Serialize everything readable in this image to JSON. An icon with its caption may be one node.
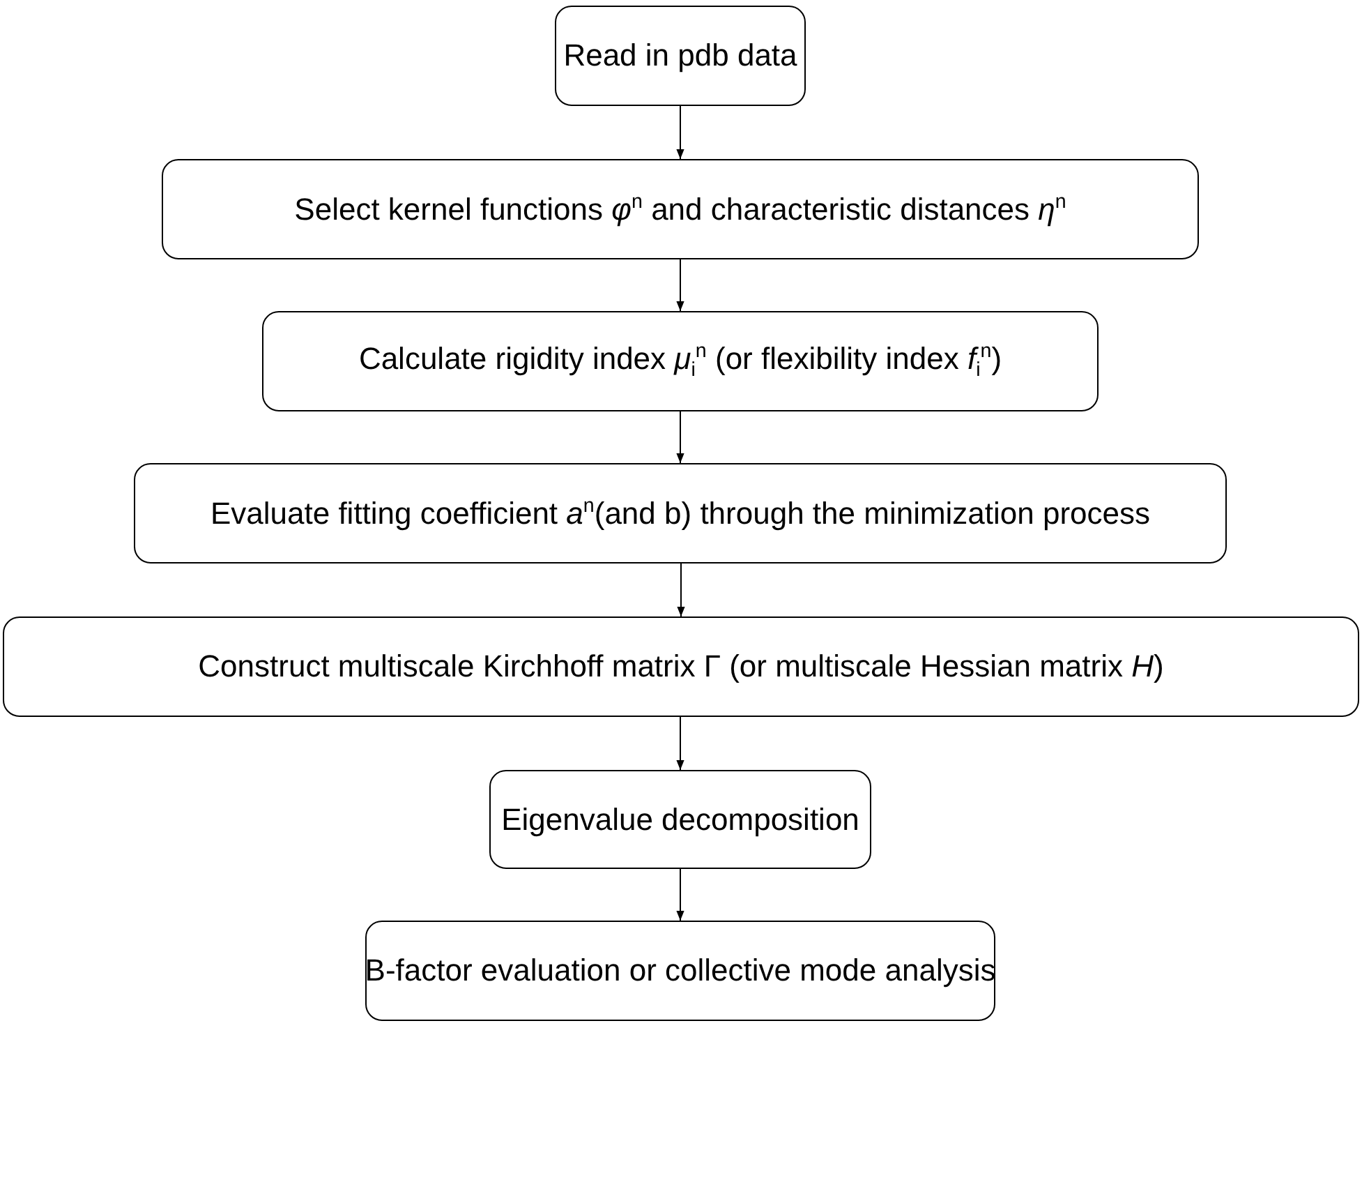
{
  "diagram": {
    "nodes": [
      {
        "text": [
          "Read in pdb data"
        ]
      },
      {
        "text": [
          "Select kernel functions *φ*$^{n}$ and characteristic distances *η*$^{n}$"
        ]
      },
      {
        "text": [
          "Calculate rigidity index *μ*$_{i}$$^{n}$ (or flexibility index *f*$_{i}$$^{n}$)"
        ]
      },
      {
        "text": [
          "Evaluate fitting coefficient *a*$^{n}$(and b) through the minimization process"
        ]
      },
      {
        "text": [
          "Construct multiscale Kirchhoff matrix Γ (or multiscale Hessian matrix *H*)"
        ]
      },
      {
        "text": [
          "Eigenvalue decomposition"
        ]
      },
      {
        "text": [
          "B-factor evaluation or collective mode analysis"
        ]
      }
    ],
    "edges": [
      {
        "from": 0,
        "to": 1,
        "arrow": "to"
      },
      {
        "from": 1,
        "to": 2,
        "arrow": "to"
      },
      {
        "from": 2,
        "to": 3,
        "arrow": "to"
      },
      {
        "from": 3,
        "to": 4,
        "arrow": "to"
      },
      {
        "from": 4,
        "to": 5,
        "arrow": "to"
      },
      {
        "from": 5,
        "to": 6,
        "arrow": "to"
      }
    ]
  }
}
